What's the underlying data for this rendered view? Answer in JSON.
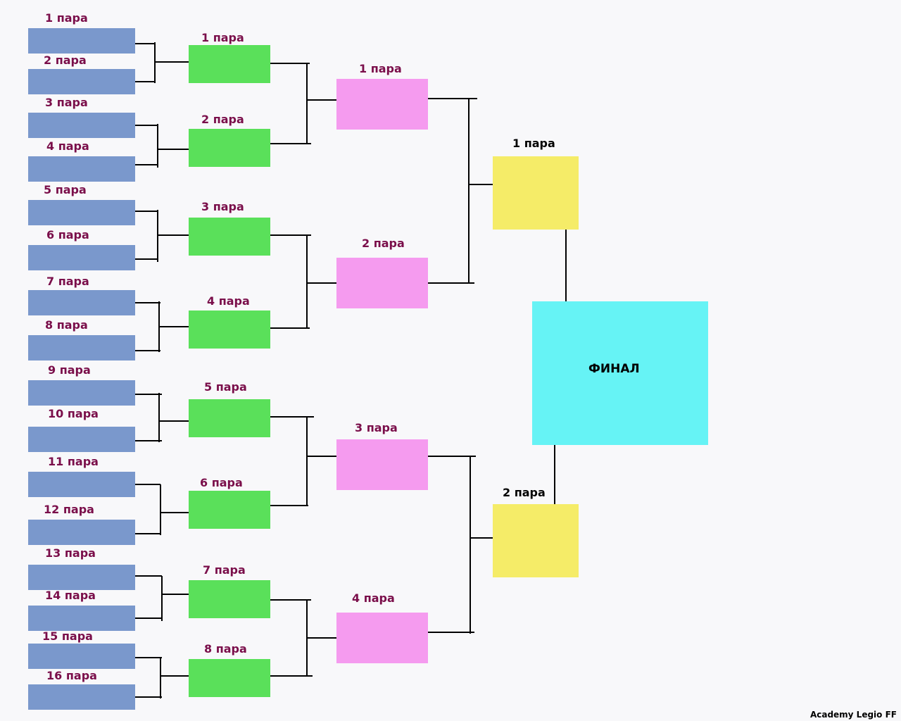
{
  "round1": [
    "1 пара",
    "2 пара",
    "3 пара",
    "4 пара",
    "5 пара",
    "6 пара",
    "7 пара",
    "8 пара",
    "9 пара",
    "10 пара",
    "11 пара",
    "12 пара",
    "13 пара",
    "14 пара",
    "15 пара",
    "16 пара"
  ],
  "round2": [
    "1 пара",
    "2 пара",
    "3 пара",
    "4 пара",
    "5 пара",
    "6 пара",
    "7 пара",
    "8 пара"
  ],
  "round3": [
    "1 пара",
    "2 пара",
    "3 пара",
    "4 пара"
  ],
  "semifinal": [
    "1 пара",
    "2 пара"
  ],
  "final": "ФИНАЛ",
  "watermark": "Academy Legio FF",
  "colors": {
    "round1": "#7a98cc",
    "round2": "#5ae05a",
    "round3": "#f59bef",
    "semifinal": "#f5ec68",
    "final": "#66f3f5",
    "label": "#7a0e4a"
  }
}
